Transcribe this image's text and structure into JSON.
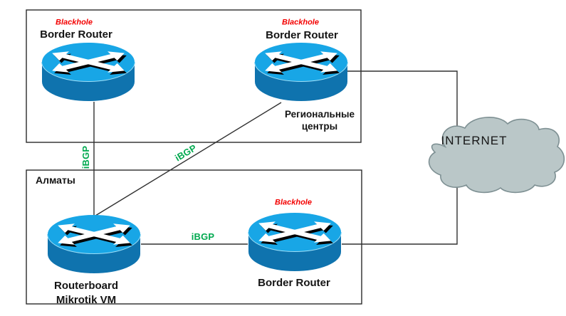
{
  "colors": {
    "router_top": "#18a6e6",
    "router_side": "#0f73ae",
    "blackhole_red": "#f30000",
    "ibgp_green": "#00a94f",
    "cloud_fill": "#bac7c8",
    "cloud_stroke": "#7e9093",
    "line": "#303030",
    "box_border": "#2b2b2b"
  },
  "regions": {
    "almaty_box": {
      "label": "Алматы"
    }
  },
  "nodes": {
    "border_router_top_left": {
      "tag": "Blackhole",
      "name": "Border Router"
    },
    "border_router_top_right": {
      "tag": "Blackhole",
      "name": "Border Router",
      "caption": "Региональные\nцентры"
    },
    "routerboard_mikrotik": {
      "name": "Routerboard\nMikrotik VM"
    },
    "border_router_bottom": {
      "tag": "Blackhole",
      "name": "Border Router"
    }
  },
  "links": {
    "left_ibgp": {
      "label": "iBGP"
    },
    "diagonal_ibgp": {
      "label": "iBGP"
    },
    "bottom_ibgp": {
      "label": "iBGP"
    }
  },
  "internet": {
    "label": "INTERNET"
  }
}
